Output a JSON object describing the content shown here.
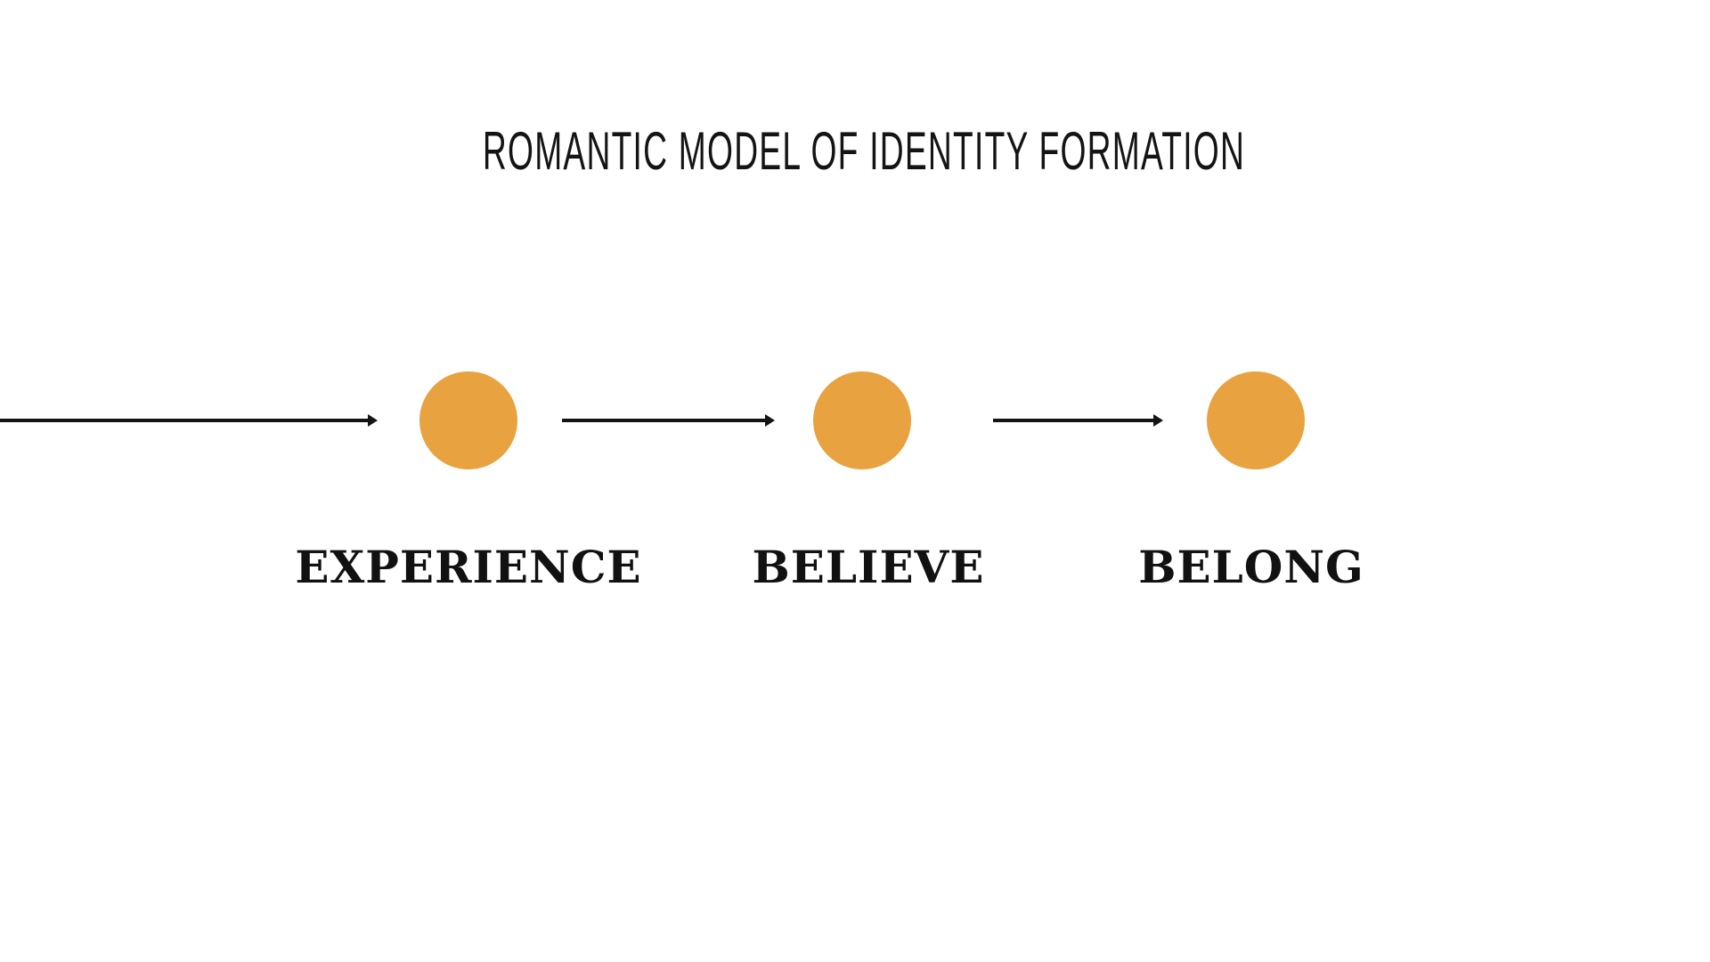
{
  "title": "ROMANTIC MODEL OF IDENTITY FORMATION",
  "colors": {
    "node_fill": "#E8A23F",
    "arrow": "#141414",
    "text": "#111111",
    "background": "#FFFFFF"
  },
  "steps": [
    {
      "label": "EXPERIENCE"
    },
    {
      "label": "BELIEVE"
    },
    {
      "label": "BELONG"
    }
  ]
}
